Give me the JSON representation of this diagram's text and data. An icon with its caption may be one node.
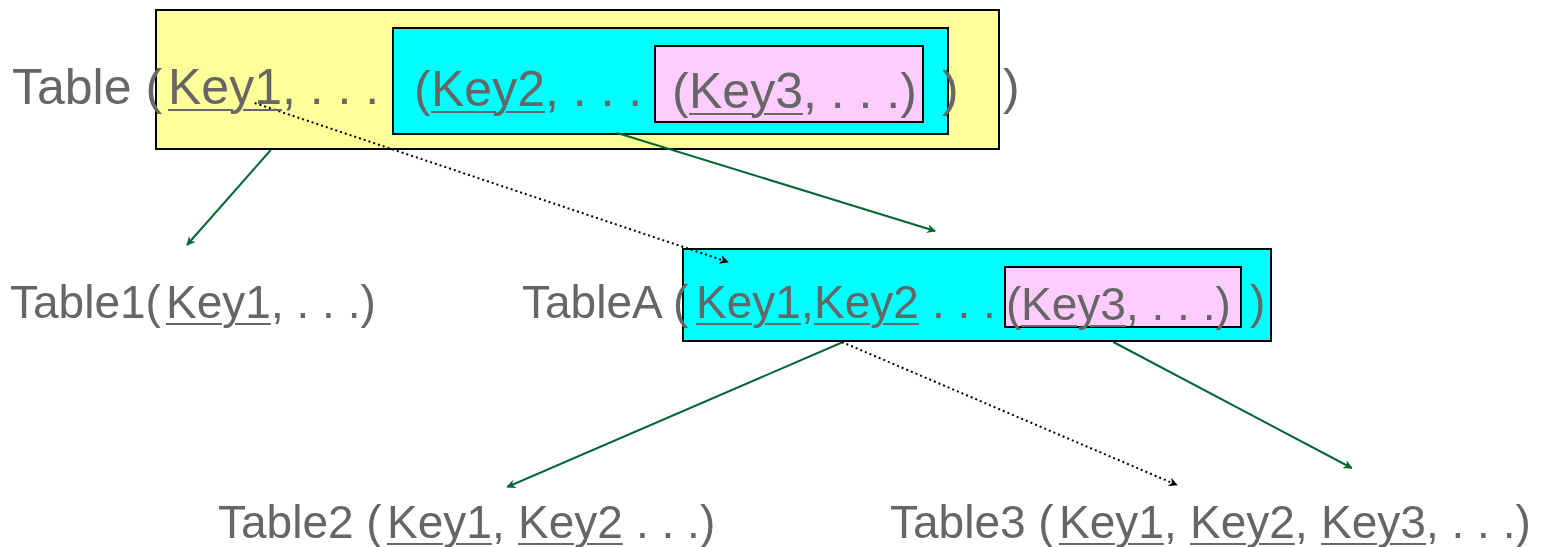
{
  "diagram": {
    "nodes": [
      {
        "text": [
          "Table (",
          "Key1",
          ", . . .",
          ")"
        ]
      },
      {
        "text": [
          "(",
          "Key2",
          ", . . .",
          ")"
        ],
        "in": 0
      },
      {
        "text": [
          "(",
          "Key3",
          ", . . .)"
        ],
        "in": 1
      },
      {
        "text": [
          "Table1(",
          "Key1",
          ", . . .)"
        ]
      },
      {
        "text": [
          "TableA (",
          "Key1",
          ",",
          "Key2",
          ". . .",
          ")"
        ]
      },
      {
        "text": [
          "(",
          "Key3",
          ", . . .)"
        ],
        "in": 4
      },
      {
        "text": [
          "Table2 (",
          "Key1",
          ",",
          "Key2",
          ". . .)"
        ]
      },
      {
        "text": [
          "Table3 (",
          "Key1",
          ",",
          "Key2",
          ",",
          "Key3",
          ", . . .)"
        ]
      }
    ],
    "edges": [
      {
        "from": 0,
        "to": 3,
        "arrow": "to"
      },
      {
        "from": 1,
        "to": 4,
        "arrow": "to"
      },
      {
        "from": 0,
        "to": 4,
        "arrow": "to",
        "style": "dashed",
        "color": "#000000"
      },
      {
        "from": 4,
        "to": 6,
        "arrow": "to"
      },
      {
        "from": 4,
        "to": 7,
        "arrow": "to"
      },
      {
        "from": 4,
        "to": 7,
        "arrow": "to",
        "style": "dashed",
        "color": "#000000"
      }
    ]
  }
}
